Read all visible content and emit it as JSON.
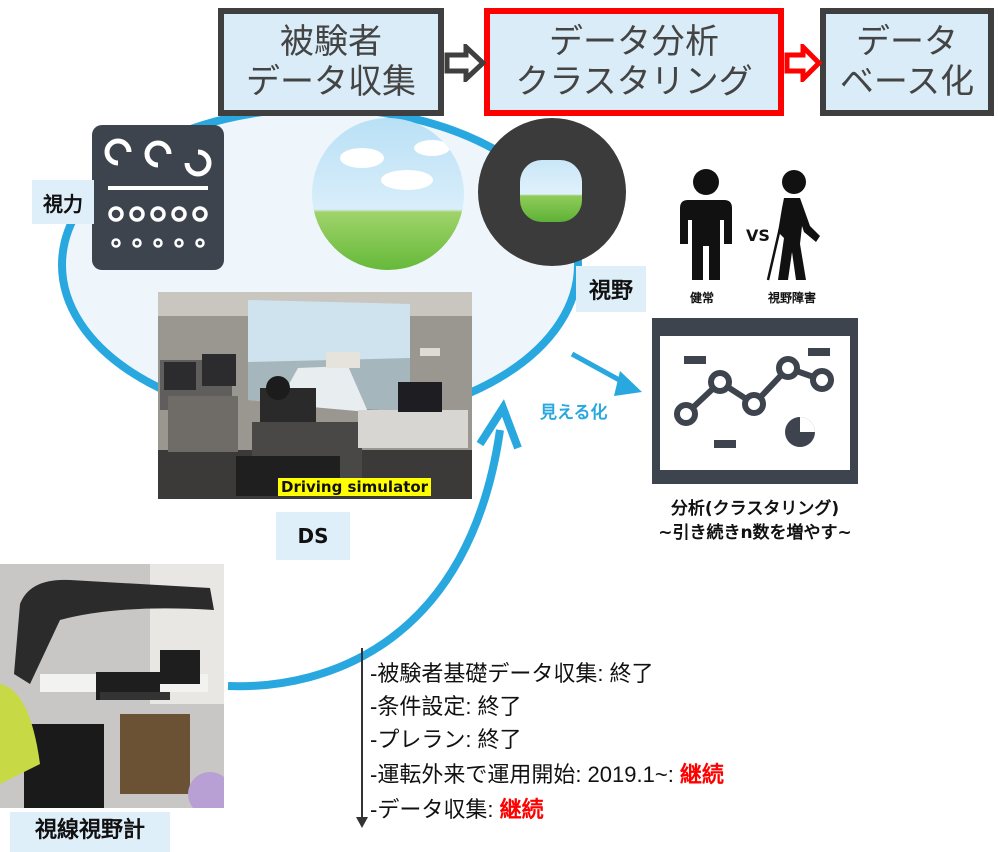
{
  "flow": {
    "step1": "被験者\nデータ収集",
    "step2": "データ分析\nクラスタリング",
    "step3": "データ\nベース化"
  },
  "labels": {
    "vision": "視力",
    "visual_field": "視野",
    "ds": "DS",
    "visualize": "見える化",
    "perimeter": "視線視野計",
    "driving_sim": "Driving simulator"
  },
  "people": {
    "healthy": "健常",
    "vs": "VS",
    "impaired": "視野障害"
  },
  "analysis": {
    "line1": "分析(クラスタリング)",
    "line2": "~引き続きn数を増やす~"
  },
  "status": [
    {
      "text": "-被験者基礎データ収集: 終了",
      "tag": ""
    },
    {
      "text": "-条件設定: 終了",
      "tag": ""
    },
    {
      "text": "-プレラン: 終了",
      "tag": ""
    },
    {
      "text": "-運転外来で運用開始: 2019.1~: ",
      "tag": "継続"
    },
    {
      "text": "-データ収集: ",
      "tag": "継続"
    }
  ],
  "colors": {
    "accent_blue": "#29a8e0",
    "highlight_red": "#ff0000",
    "box_border": "#3f3f3f",
    "box_fill": "#d9ecf7",
    "icon_dark": "#3d444d"
  }
}
